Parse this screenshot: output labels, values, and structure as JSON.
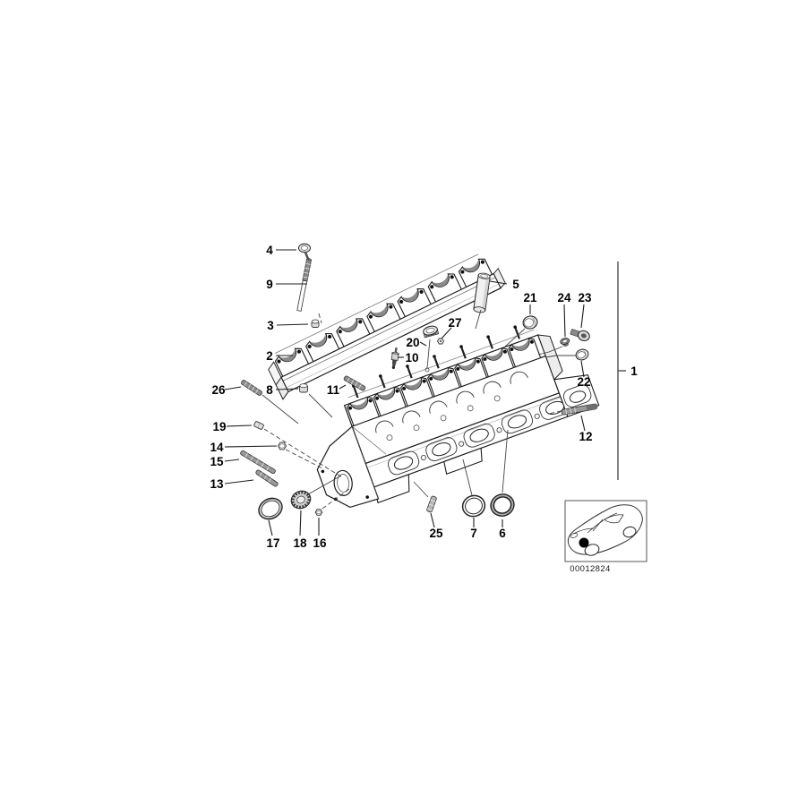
{
  "figure": {
    "inset_code": "00012824"
  },
  "callouts": {
    "n1": "1",
    "n2": "2",
    "n3": "3",
    "n4": "4",
    "n5": "5",
    "n6": "6",
    "n7": "7",
    "n8": "8",
    "n9": "9",
    "n10": "10",
    "n11": "11",
    "n12": "12",
    "n13": "13",
    "n14": "14",
    "n15": "15",
    "n16": "16",
    "n17": "17",
    "n18": "18",
    "n19": "19",
    "n20": "20",
    "n21": "21",
    "n22": "22",
    "n23": "23",
    "n24": "24",
    "n25": "25",
    "n26": "26",
    "n27": "27"
  },
  "colors": {
    "background": "#ffffff",
    "line": "#1c1c1c",
    "shade": "#8a8a8a"
  }
}
